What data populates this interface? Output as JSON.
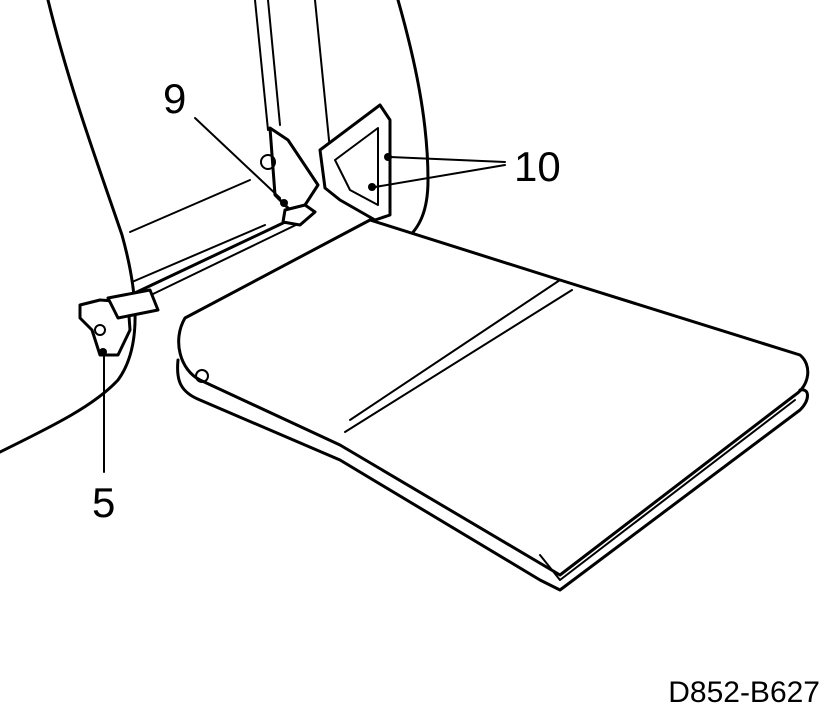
{
  "callouts": {
    "part_9": "9",
    "part_10": "10",
    "part_5": "5"
  },
  "figure_code": "D852-B627",
  "colors": {
    "ink": "#000000",
    "paper": "#ffffff"
  }
}
